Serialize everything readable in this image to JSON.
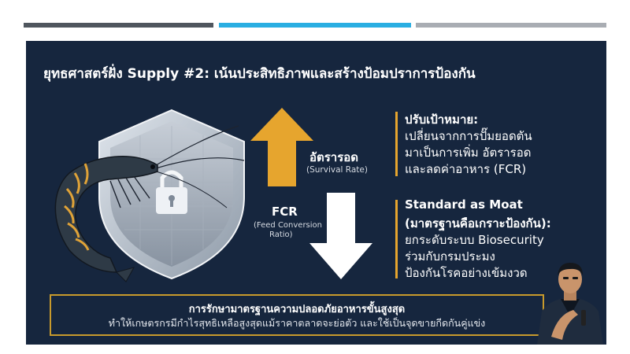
{
  "colors": {
    "bar_dark": "#4f565e",
    "bar_blue": "#2aaee2",
    "bar_gray": "#a9adb3",
    "slide_bg": "#16263e",
    "accent_gold": "#e6a52e",
    "arrow_white": "#ffffff"
  },
  "slide": {
    "title": "ยุทธศาสตร์ฝั่ง Supply #2: เน้นประสิทธิภาพและสร้างป้อมปราการป้องกัน"
  },
  "diagram": {
    "up_label": "อัตรารอด",
    "up_sublabel": "(Survival Rate)",
    "down_label": "FCR",
    "down_sublabel_1": "(Feed Conversion",
    "down_sublabel_2": "Ratio)"
  },
  "points": [
    {
      "heading": "ปรับเป้าหมาย:",
      "lines": [
        "เปลี่ยนจากการปั๊มยอดตัน",
        "มาเป็นการเพิ่ม อัตรารอด",
        "และลดค่าอาหาร (FCR)"
      ]
    },
    {
      "heading": "Standard as Moat",
      "lines": [
        "(มาตรฐานคือเกราะป้องกัน):",
        "ยกระดับระบบ Biosecurity",
        "ร่วมกับกรมประมง",
        "ป้องกันโรคอย่างเข้มงวด"
      ]
    }
  ],
  "bottom": {
    "line1": "การรักษามาตรฐานความปลอดภัยอาหารขั้นสูงสุด",
    "line2": "ทำให้เกษตรกรมีกำไรสุทธิเหลือสูงสุดแม้ราคาตลาดจะย่อตัว และใช้เป็นจุดขายกีดกันคู่แข่ง"
  },
  "icons": [
    "shield-icon",
    "shrimp-icon",
    "padlock-icon",
    "up-arrow-icon",
    "down-arrow-icon",
    "presenter-avatar"
  ]
}
